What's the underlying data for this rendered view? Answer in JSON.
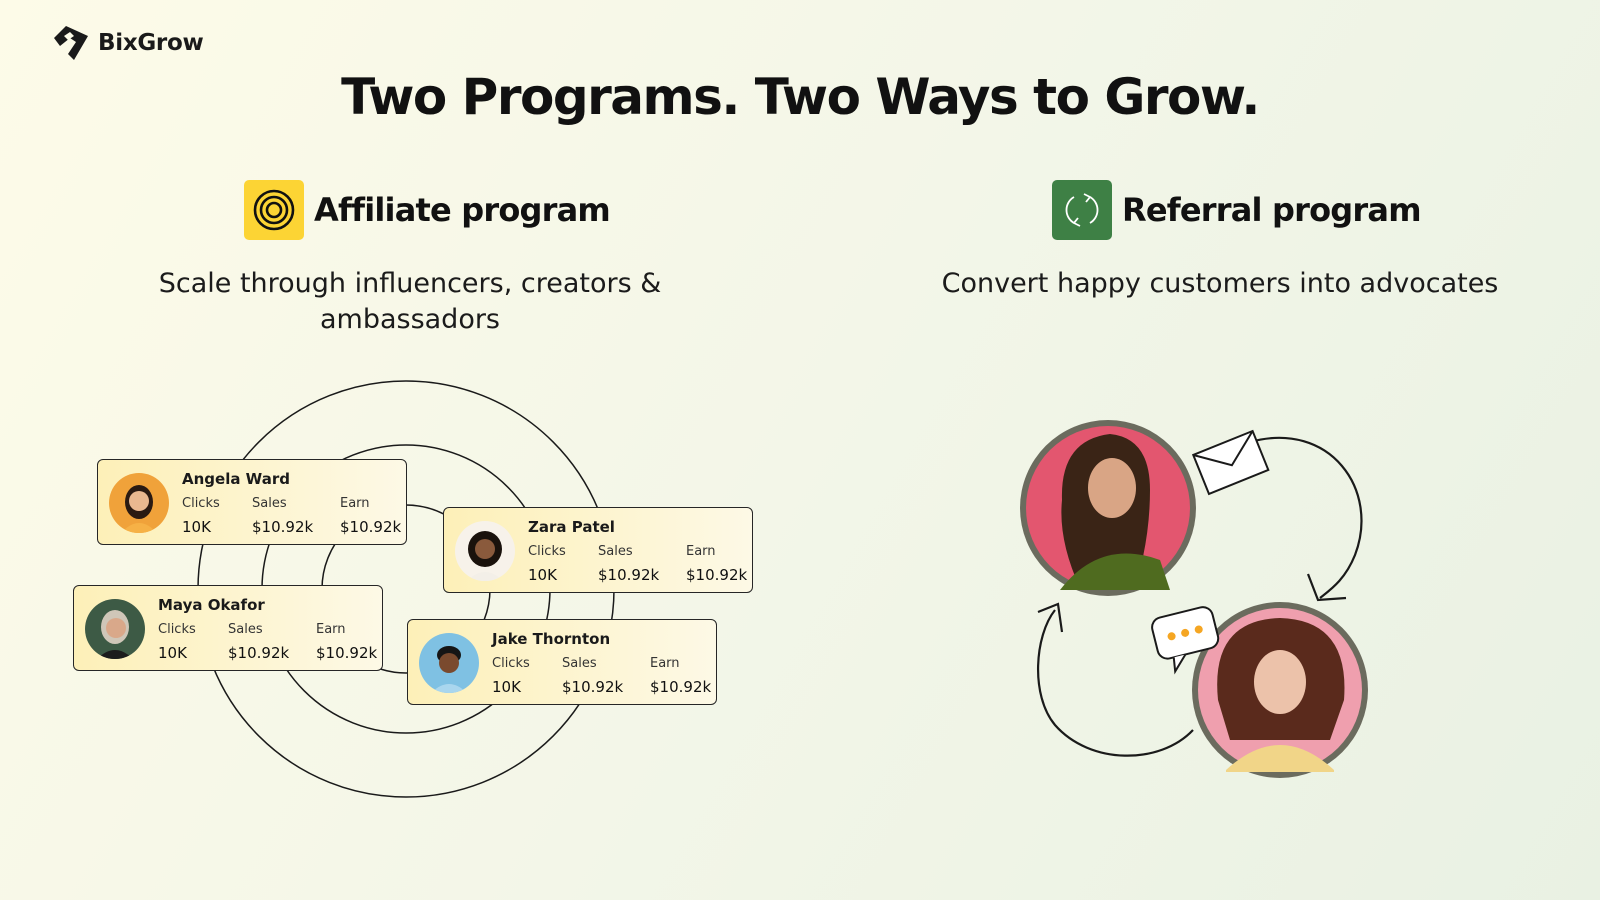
{
  "brand": {
    "name": "BixGrow"
  },
  "title": "Two Programs. Two Ways to Grow.",
  "affiliate": {
    "name": "Affiliate program",
    "subtitle": "Scale through influencers, creators & ambassadors",
    "stat_labels": {
      "clicks": "Clicks",
      "sales": "Sales",
      "earn": "Earn"
    },
    "cards": [
      {
        "name": "Angela Ward",
        "clicks": "10K",
        "sales": "$10.92k",
        "earn": "$10.92k"
      },
      {
        "name": "Zara Patel",
        "clicks": "10K",
        "sales": "$10.92k",
        "earn": "$10.92k"
      },
      {
        "name": "Maya Okafor",
        "clicks": "10K",
        "sales": "$10.92k",
        "earn": "$10.92k"
      },
      {
        "name": "Jake Thornton",
        "clicks": "10K",
        "sales": "$10.92k",
        "earn": "$10.92k"
      }
    ]
  },
  "referral": {
    "name": "Referral program",
    "subtitle": "Convert happy customers into advocates"
  },
  "colors": {
    "affiliate_icon_bg": "#fcd434",
    "referral_icon_bg": "#3e8045",
    "card_bg": "#fdf0b8",
    "text": "#111111"
  },
  "icons": {
    "logo": "bixgrow-logo-icon",
    "affiliate": "concentric-circles-icon",
    "referral": "refresh-arrows-icon",
    "envelope": "envelope-icon",
    "chat": "chat-bubble-icon"
  }
}
